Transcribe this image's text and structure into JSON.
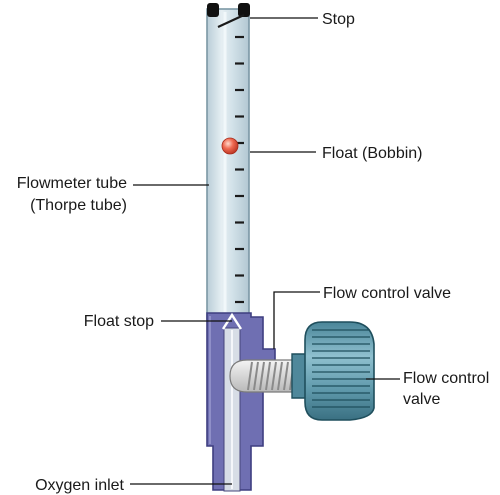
{
  "diagram": {
    "labels": {
      "stop": "Stop",
      "float": "Float (Bobbin)",
      "tube_line1": "Flowmeter tube",
      "tube_line2": "(Thorpe tube)",
      "fcv_top": "Flow control valve",
      "float_stop": "Float stop",
      "fcv_right_line1": "Flow control",
      "fcv_right_line2": "valve",
      "oxygen_inlet": "Oxygen inlet"
    },
    "tube_scale_ticks": 12,
    "colors": {
      "tube_fill": "#ccdde5",
      "tube_edge": "#7b97a5",
      "body": "#6f6fb2",
      "body_edge": "#3e3e80",
      "knob": "#5e98aa",
      "knob_edge": "#1f4f5d",
      "thread": "#d9d9d9",
      "float": "#e4533d",
      "cap": "#111111"
    },
    "icons": [
      "float-ball-icon",
      "knurled-knob-icon",
      "threaded-stem-icon"
    ]
  }
}
